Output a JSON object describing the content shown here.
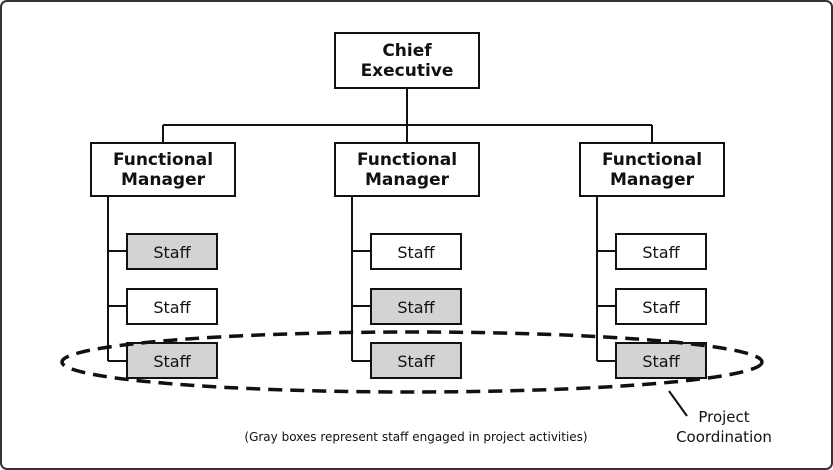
{
  "chief": {
    "line1": "Chief",
    "line2": "Executive"
  },
  "managers": [
    {
      "line1": "Functional",
      "line2": "Manager"
    },
    {
      "line1": "Functional",
      "line2": "Manager"
    },
    {
      "line1": "Functional",
      "line2": "Manager"
    }
  ],
  "staff": [
    [
      {
        "label": "Staff",
        "gray": true
      },
      {
        "label": "Staff",
        "gray": false
      },
      {
        "label": "Staff",
        "gray": true
      }
    ],
    [
      {
        "label": "Staff",
        "gray": false
      },
      {
        "label": "Staff",
        "gray": true
      },
      {
        "label": "Staff",
        "gray": true
      }
    ],
    [
      {
        "label": "Staff",
        "gray": false
      },
      {
        "label": "Staff",
        "gray": false
      },
      {
        "label": "Staff",
        "gray": true
      }
    ]
  ],
  "project_label": {
    "line1": "Project",
    "line2": "Coordination"
  },
  "caption": "(Gray boxes represent staff engaged in project activities)",
  "colors": {
    "gray_fill": "#d3d3d3",
    "white_fill": "#ffffff",
    "stroke": "#111111",
    "frame": "#333333"
  }
}
